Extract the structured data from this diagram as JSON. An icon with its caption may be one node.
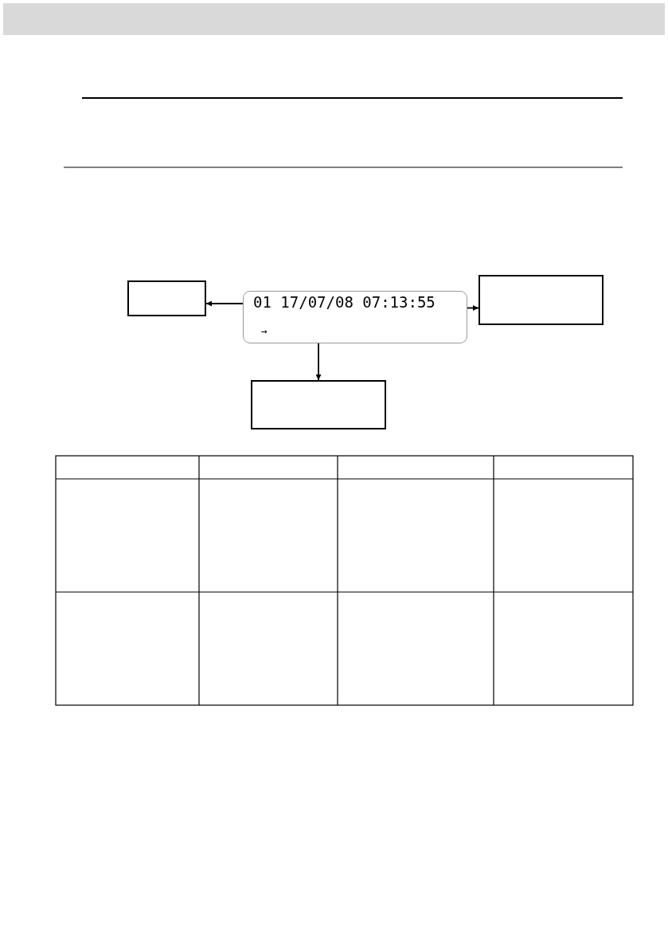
{
  "diagram": {
    "nodes": [
      {
        "text": [],
        "shape": "box"
      },
      {
        "text": [
          "01 17/07/08 07:13:55",
          "→"
        ]
      },
      {
        "text": [],
        "shape": "box"
      },
      {
        "text": [],
        "shape": "box"
      }
    ],
    "edges": [
      {
        "from": 1,
        "to": 0,
        "arrow": "to"
      },
      {
        "from": 1,
        "to": 2,
        "arrow": "to"
      },
      {
        "from": 1,
        "to": 3,
        "arrow": "to"
      }
    ]
  }
}
